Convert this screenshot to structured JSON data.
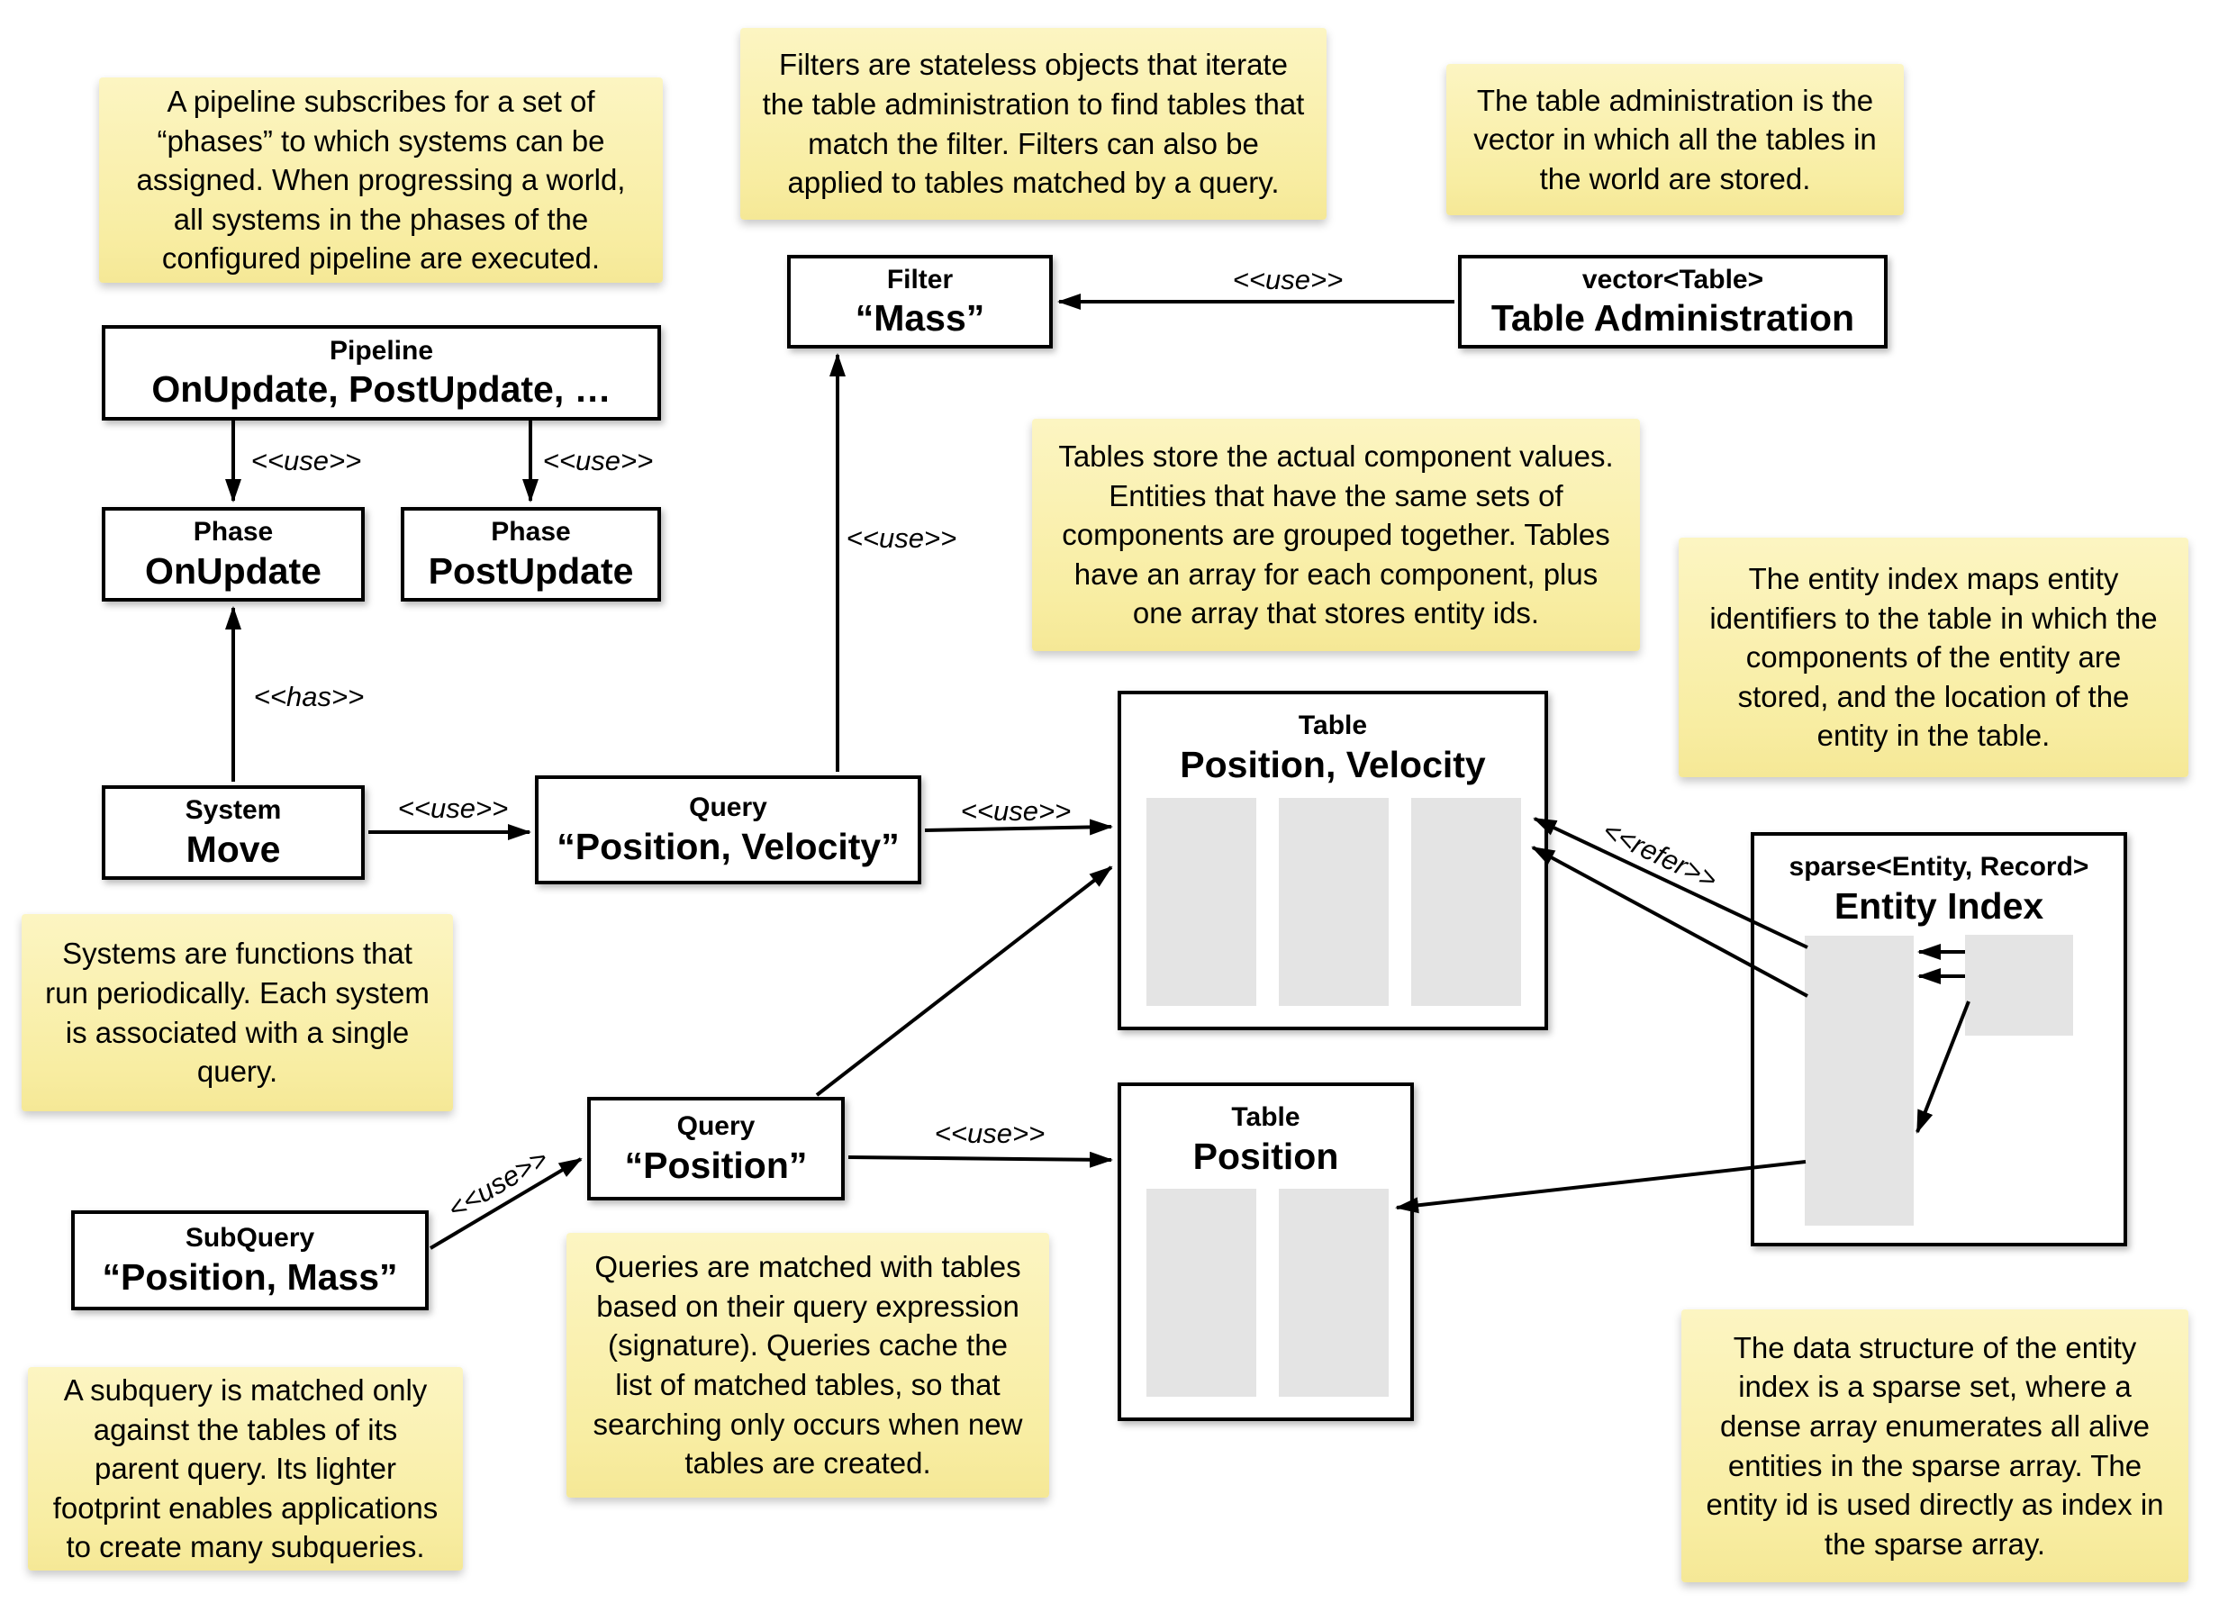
{
  "notes": {
    "pipeline": "A pipeline subscribes for a set of “phases” to which systems can be assigned. When progressing a world, all systems in the phases of the configured pipeline are executed.",
    "filters": "Filters are stateless objects that iterate the table administration to find tables that match the filter. Filters can also be applied to tables matched by a query.",
    "table_administration": "The table administration is the vector in which all the tables in the world are stored.",
    "tables": "Tables store the actual component values. Entities that have the same sets of components are grouped together. Tables have an array for each component, plus one array that stores entity ids.",
    "entity_index": "The entity index maps entity identifiers to the table in which the components of the entity are stored, and the location of the entity in the table.",
    "systems": "Systems are functions that run periodically. Each system is associated with a single query.",
    "subquery": "A subquery is matched only against the tables of its parent query. Its lighter footprint enables applications to create many subqueries.",
    "queries": "Queries are matched with tables based on their query expression (signature). Queries cache the list of matched tables, so that searching only occurs when new tables are created.",
    "sparse_set": "The data structure of the entity index is a sparse set, where a dense array enumerates all alive entities in the sparse array. The entity id is used directly as index in the sparse array."
  },
  "boxes": {
    "pipeline": {
      "stereotype": "Pipeline",
      "name": "OnUpdate, PostUpdate, …"
    },
    "phase_onupdate": {
      "stereotype": "Phase",
      "name": "OnUpdate"
    },
    "phase_postupdate": {
      "stereotype": "Phase",
      "name": "PostUpdate"
    },
    "filter_mass": {
      "stereotype": "Filter",
      "name": "“Mass”"
    },
    "table_admin": {
      "stereotype": "vector<Table>",
      "name": "Table Administration"
    },
    "system_move": {
      "stereotype": "System",
      "name": "Move"
    },
    "query_pv": {
      "stereotype": "Query",
      "name": "“Position, Velocity”"
    },
    "query_p": {
      "stereotype": "Query",
      "name": "“Position”"
    },
    "subquery_pm": {
      "stereotype": "SubQuery",
      "name": "“Position, Mass”"
    },
    "table_pv": {
      "stereotype": "Table",
      "name": "Position, Velocity"
    },
    "table_p": {
      "stereotype": "Table",
      "name": "Position"
    },
    "entity_index": {
      "stereotype": "sparse<Entity, Record>",
      "name": "Entity Index"
    }
  },
  "edge_labels": {
    "use": "<<use>>",
    "has": "<<has>>",
    "refer": "<<refer>>"
  },
  "colors": {
    "note_background": "#F8EDA2",
    "note_background_top": "#FCF5C2",
    "box_border": "#000000",
    "array_fill": "#E4E4E4",
    "text": "#000000",
    "arrow": "#000000"
  }
}
